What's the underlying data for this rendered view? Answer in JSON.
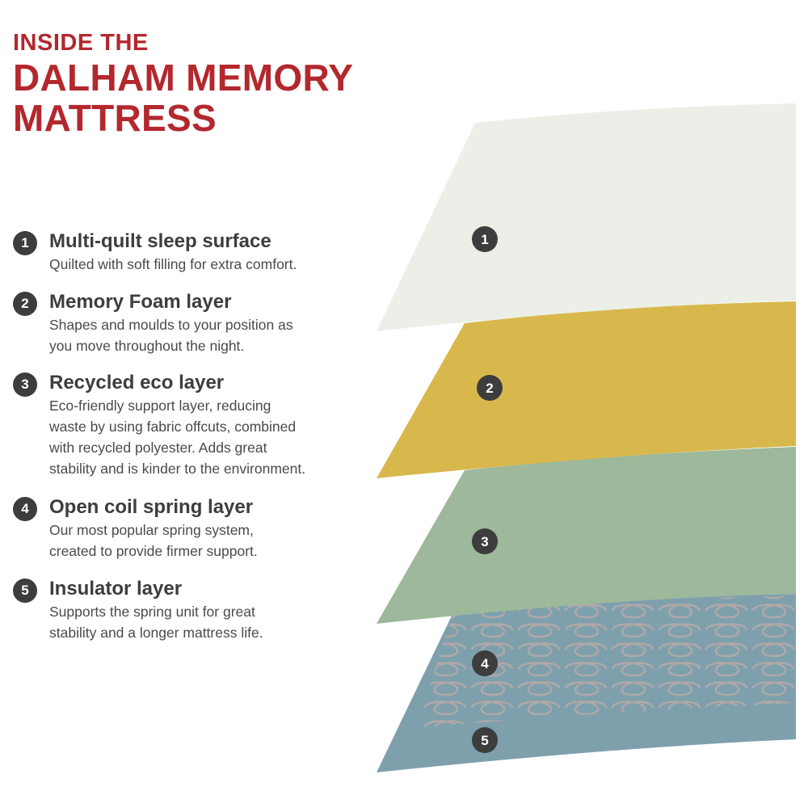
{
  "header": {
    "line1": "INSIDE THE",
    "line2": "DALHAM MEMORY",
    "line3": "MATTRESS"
  },
  "layers": [
    {
      "number": "1",
      "title": "Multi-quilt sleep surface",
      "description": [
        "Quilted with soft filling for extra comfort."
      ],
      "color": "#ecefe7"
    },
    {
      "number": "2",
      "title": "Memory Foam layer",
      "description": [
        "Shapes and moulds to your position as",
        "you move throughout the night."
      ],
      "color": "#d8b84c"
    },
    {
      "number": "3",
      "title": "Recycled eco layer",
      "description": [
        "Eco-friendly support layer, reducing",
        "waste by using fabric offcuts, combined",
        "with recycled polyester. Adds great",
        "stability and is kinder to the environment."
      ],
      "color": "#9db89b"
    },
    {
      "number": "4",
      "title": "Open coil spring layer",
      "description": [
        "Our most popular spring system,",
        "created to provide firmer support."
      ],
      "color": "#a89a9a"
    },
    {
      "number": "5",
      "title": "Insulator layer",
      "description": [
        "Supports the spring unit for great",
        "stability and a longer mattress life."
      ],
      "color": "#7ea0ad"
    }
  ],
  "colors": {
    "title": "#b3282d",
    "badge": "#3d3d3d",
    "text": "#4a4a4a"
  }
}
